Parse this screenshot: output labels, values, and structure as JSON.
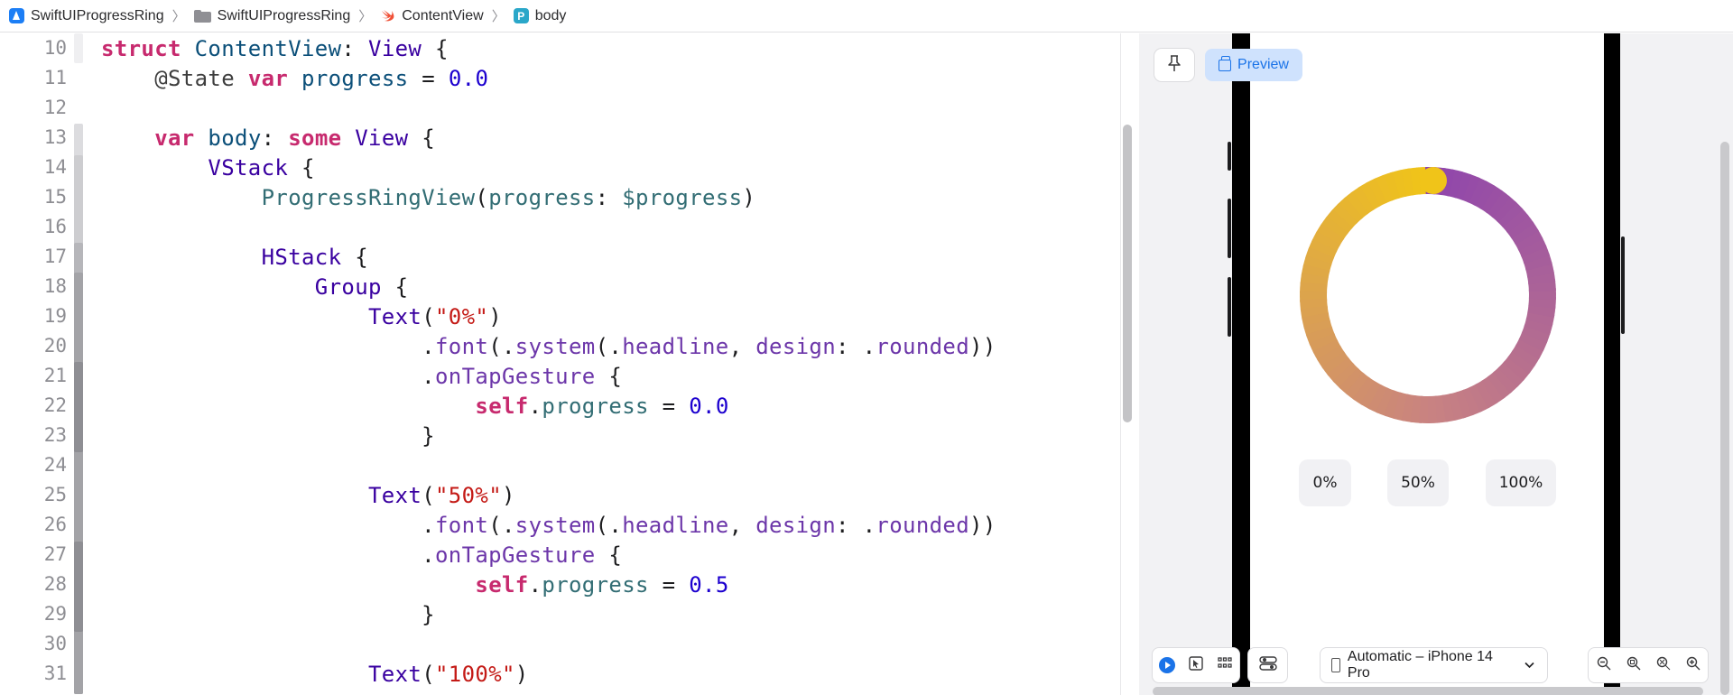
{
  "breadcrumb": {
    "items": [
      {
        "label": "SwiftUIProgressRing",
        "icon": "app-project-icon"
      },
      {
        "label": "SwiftUIProgressRing",
        "icon": "folder-icon"
      },
      {
        "label": "ContentView",
        "icon": "swift-file-icon"
      },
      {
        "label": "body",
        "icon": "property-icon"
      }
    ],
    "separator": "〉"
  },
  "editor": {
    "line_numbers": [
      "10",
      "11",
      "12",
      "13",
      "14",
      "15",
      "16",
      "17",
      "18",
      "19",
      "20",
      "21",
      "22",
      "23",
      "24",
      "25",
      "26",
      "27",
      "28",
      "29",
      "30",
      "31"
    ]
  },
  "canvas": {
    "preview_label": "Preview",
    "device_label": "Automatic – iPhone 14 Pro",
    "buttons": [
      "0%",
      "50%",
      "100%"
    ],
    "progress": 0.0,
    "ring_colors": {
      "start": "#f0c419",
      "end": "#8e44ad"
    },
    "accent": "#1a73e8"
  }
}
